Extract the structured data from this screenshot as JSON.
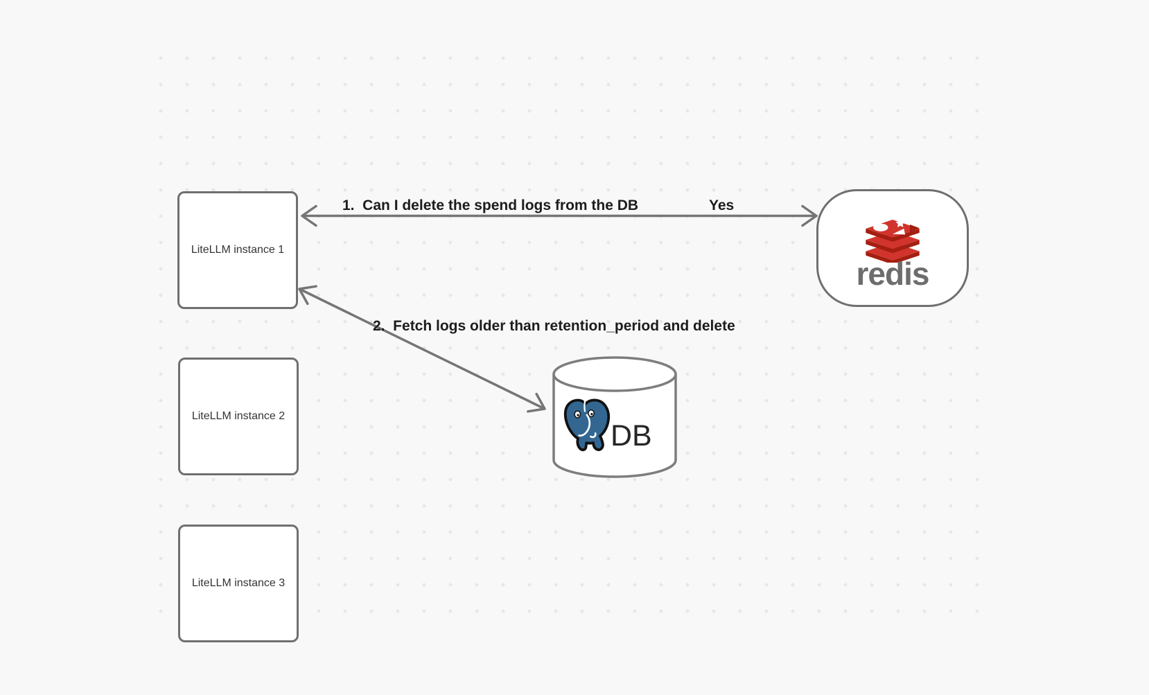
{
  "diagram": {
    "background": "#f8f8f8",
    "dot_color": "#e7e7e7",
    "stroke_color": "#757575",
    "label_color": "#1c1c1c"
  },
  "nodes": {
    "instances": [
      {
        "label": "LiteLLM instance 1"
      },
      {
        "label": "LiteLLM instance 2"
      },
      {
        "label": "LiteLLM instance 3"
      }
    ],
    "redis": {
      "wordmark": "redis",
      "wordmark_color": "#6d6d6d",
      "cube_red": "#d0342c",
      "cube_dark_red": "#a41e11"
    },
    "db": {
      "label": "DB",
      "label_color": "#262626",
      "postgres_blue": "#336791"
    }
  },
  "arrows": [
    {
      "label": "1.  Can I delete the spend logs from the DB",
      "response": "Yes",
      "from": "LiteLLM instance 1",
      "to": "redis",
      "bidirectional": true
    },
    {
      "label": "2.  Fetch logs older than retention_period and delete",
      "from": "LiteLLM instance 1",
      "to": "DB",
      "bidirectional": true
    }
  ]
}
